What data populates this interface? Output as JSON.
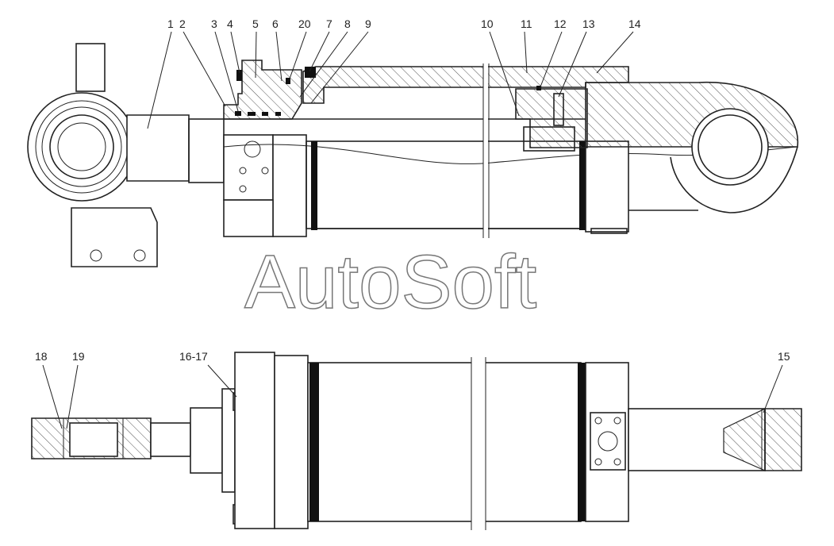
{
  "watermark": "AutoSoft",
  "callouts_top": [
    "1",
    "2",
    "3",
    "4",
    "5",
    "6",
    "20",
    "7",
    "8",
    "9",
    "10",
    "11",
    "12",
    "13",
    "14"
  ],
  "callouts_bottom": [
    "18",
    "19",
    "16-17",
    "15"
  ],
  "colors": {
    "line": "#222222",
    "hatch": "#555555",
    "watermark_stroke": "#777777",
    "background": "#ffffff"
  }
}
